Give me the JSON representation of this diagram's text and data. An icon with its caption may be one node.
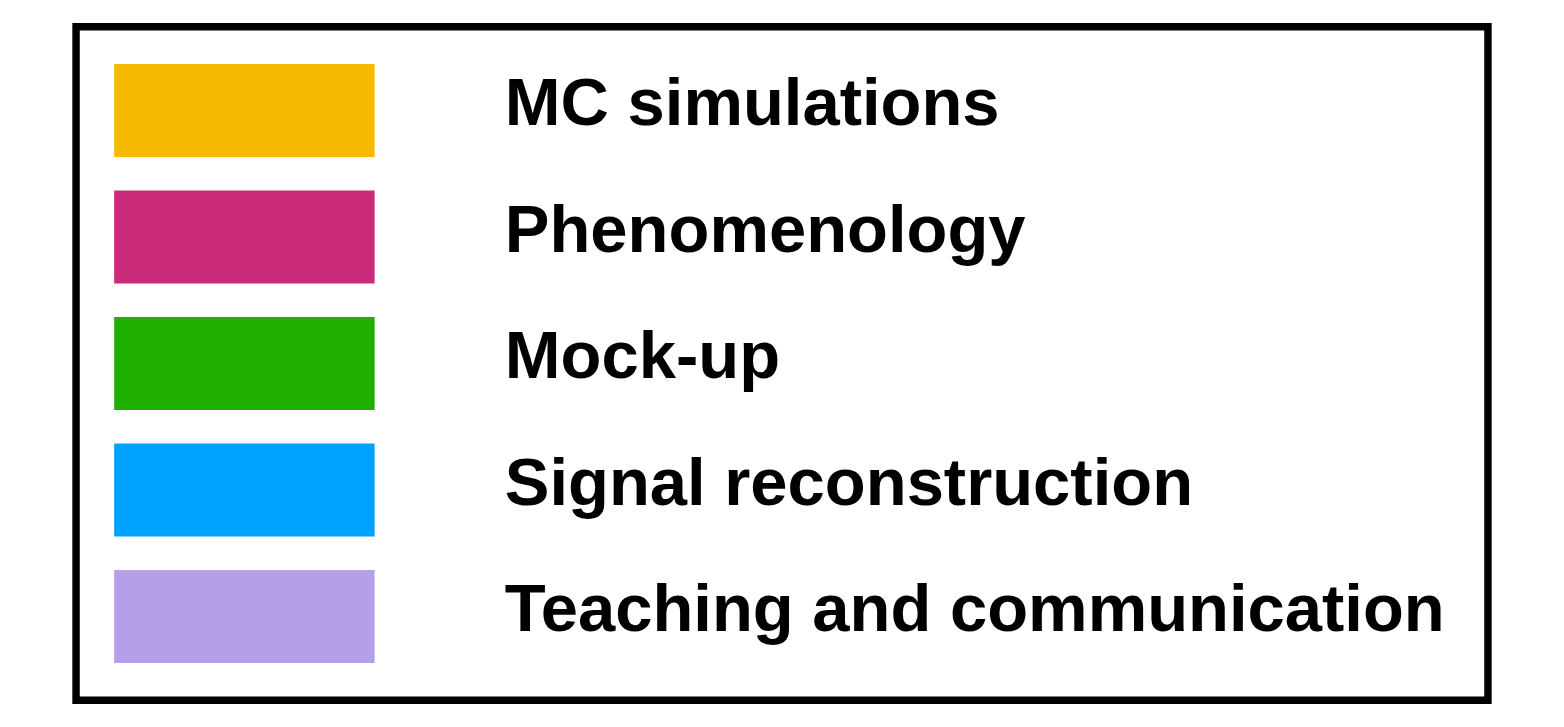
{
  "diagram": {
    "legend": [
      {
        "text": "MC simulations",
        "color": "#f7b900"
      },
      {
        "text": "Phenomenology",
        "color": "#cb2a7b"
      },
      {
        "text": "Mock-up",
        "color": "#1fb000"
      },
      {
        "text": "Signal reconstruction",
        "color": "#00a2ff"
      },
      {
        "text": "Teaching and communication",
        "color": "#b69fea"
      }
    ]
  }
}
